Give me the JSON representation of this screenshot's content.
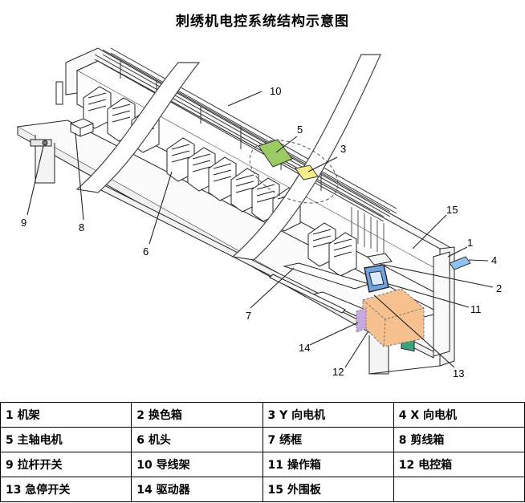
{
  "title": "刺绣机电控系统结构示意图",
  "callouts": [
    "1",
    "2",
    "3",
    "4",
    "5",
    "6",
    "7",
    "8",
    "9",
    "10",
    "11",
    "12",
    "13",
    "14",
    "15"
  ],
  "legend": [
    [
      "1 机架",
      "2 换色箱",
      "3 Y 向电机",
      "4 X 向电机"
    ],
    [
      "5 主轴电机",
      "6 机头",
      "7 绣框",
      "8 剪线箱"
    ],
    [
      "9 拉杆开关",
      "10 导线架",
      "11 操作箱",
      "12 电控箱"
    ],
    [
      "13 急停开关",
      "14 驱动器",
      "15 外围板",
      ""
    ]
  ],
  "colors": {
    "spindle_motor": "#9ccb63",
    "y_motor": "#f3ee8a",
    "control_box": "#f6c08f",
    "driver": "#c9a8e0",
    "operation_box": "#6fa4e0",
    "periphery_board": "#3fa37a"
  }
}
